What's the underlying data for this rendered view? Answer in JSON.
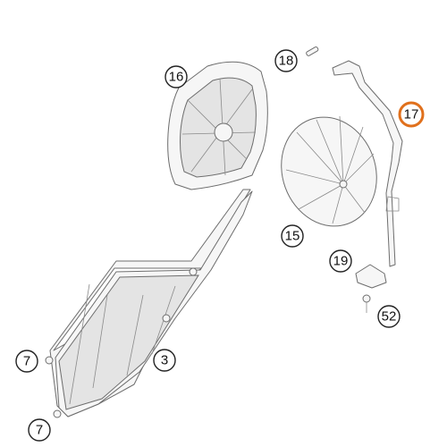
{
  "callouts": {
    "c16": "16",
    "c18": "18",
    "c17": "17",
    "c15": "15",
    "c19": "19",
    "c52": "52",
    "c3": "3",
    "c7a": "7",
    "c7b": "7"
  },
  "colors": {
    "highlight": "#e0701c",
    "outline": "#6d6d6d"
  }
}
